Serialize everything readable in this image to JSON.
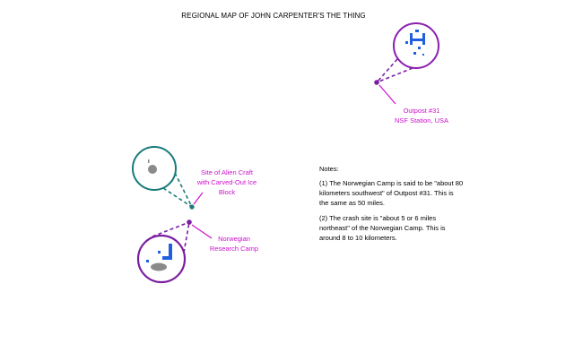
{
  "title": "REGIONAL MAP OF JOHN CARPENTER'S THE THING",
  "locations": {
    "outpost": {
      "lines": [
        "Outpost #31",
        "NSF Station, USA"
      ]
    },
    "crash_site": {
      "lines": [
        "Site of Alien Craft",
        "with Carved-Out Ice",
        "Block"
      ]
    },
    "norwegian_camp": {
      "lines": [
        "Norwegian",
        "Research Camp"
      ]
    }
  },
  "notes": {
    "heading": "Notes:",
    "items": [
      {
        "lines": [
          "(1) The Norwegian Camp is said to be \"about 80",
          "kilometers southwest\" of Outpost #31.  This is",
          "the same as 50 miles."
        ]
      },
      {
        "lines": [
          "(2) The crash site is \"about 5 or 6 miles",
          "northeast\" of the Norwegian Camp.  This is",
          "around 8 to 10 kilometers."
        ]
      }
    ]
  },
  "colors": {
    "label": "#cc11cc",
    "outpost_circle": "#8a1fb0",
    "crash_circle": "#1a7a7a",
    "camp_circle": "#7a1fa0",
    "building_blue": "#1f5fe0",
    "crater_gray": "#8a8a8a"
  }
}
